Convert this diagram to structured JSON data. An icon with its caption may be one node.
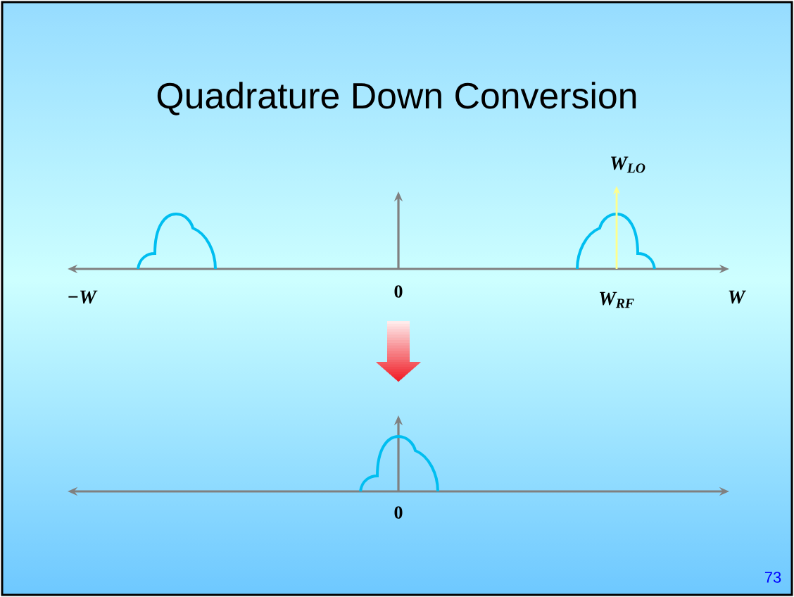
{
  "diagram": {
    "title": "Quadrature Down Conversion",
    "labels": [
      "W$_{LO}$",
      "−W",
      "0",
      "W$_{RF}$",
      "W",
      "0",
      "73"
    ]
  }
}
